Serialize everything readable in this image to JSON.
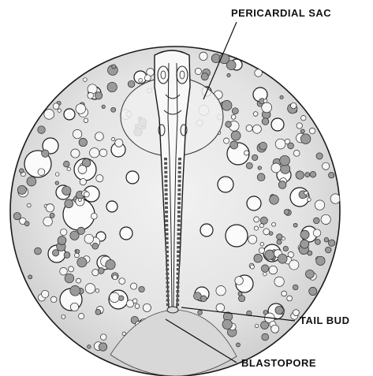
{
  "labels": {
    "pericardial_sac": "PERICARDIAL SAC",
    "tail_bud": "TAIL BUD",
    "blastopore": "BLASTOPORE"
  },
  "colors": {
    "ink": "#1a1a1a",
    "background": "#ffffff",
    "egg_fill": "#e6e6e6",
    "embryo_fill": "#f4f4f4"
  }
}
